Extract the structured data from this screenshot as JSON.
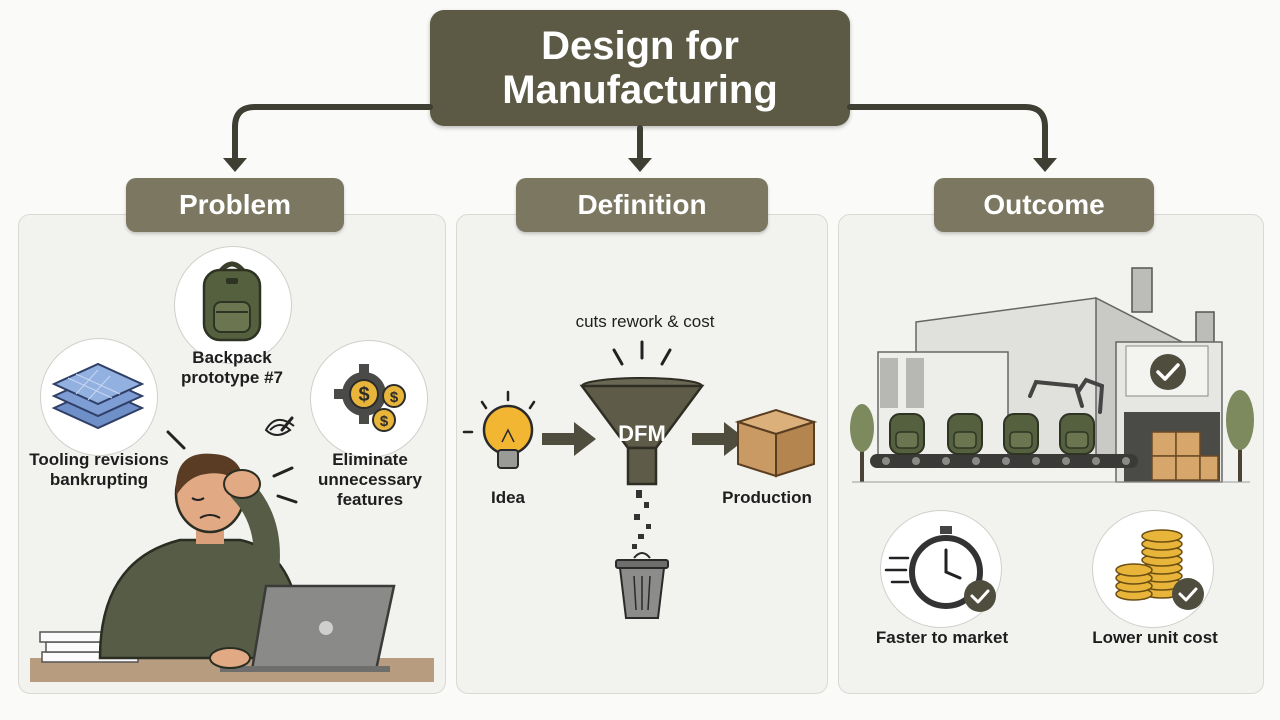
{
  "title": "Design for Manufacturing",
  "sections": {
    "problem": {
      "label": "Problem",
      "backpack_caption": "Backpack prototype #7",
      "tooling_caption": "Tooling revisions bankrupting",
      "features_caption": "Eliminate unnecessary features"
    },
    "definition": {
      "label": "Definition",
      "top_caption": "cuts rework & cost",
      "funnel_label": "DFM",
      "idea_caption": "Idea",
      "production_caption": "Production"
    },
    "outcome": {
      "label": "Outcome",
      "speed_caption": "Faster to market",
      "cost_caption": "Lower unit cost"
    }
  },
  "colors": {
    "dark_olive": "#5c5a45",
    "olive_label": "#7b7760",
    "bulb_yellow": "#f2b632",
    "coin_gold": "#e8b53a",
    "cardboard": "#c99a63"
  }
}
